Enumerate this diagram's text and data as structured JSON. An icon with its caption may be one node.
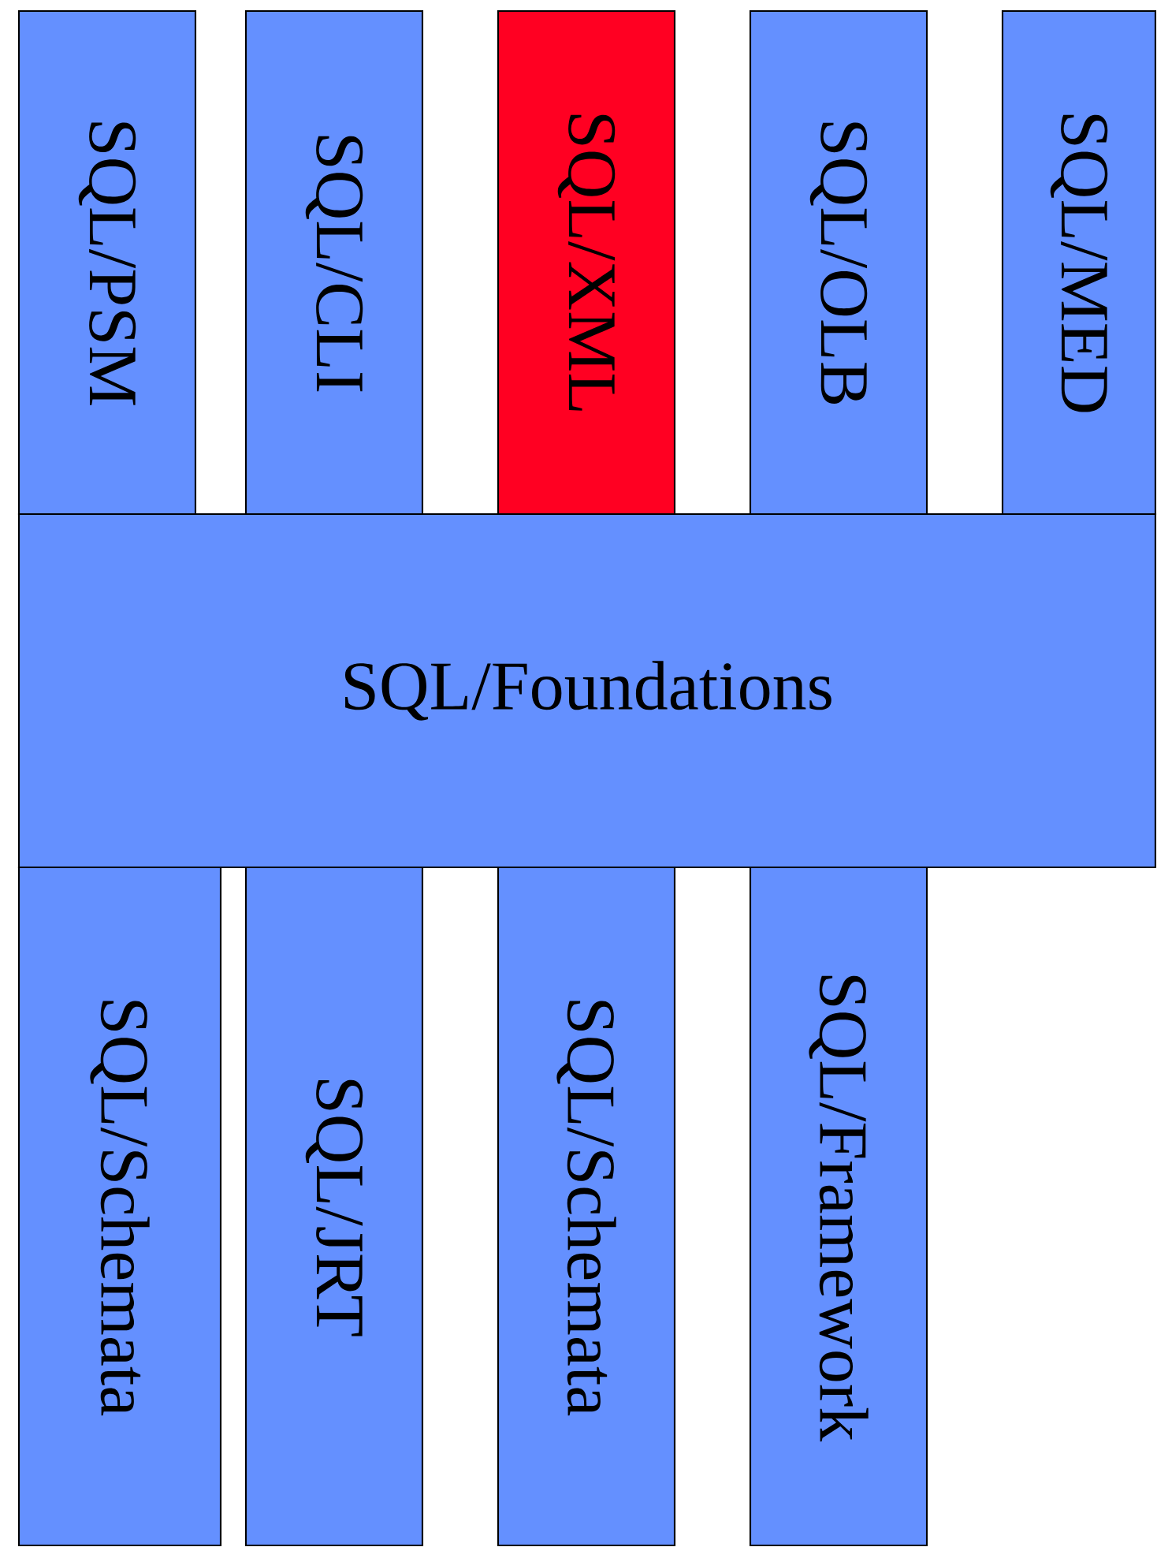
{
  "diagram": {
    "nodes": [
      {
        "text": [
          "SQL/PSM"
        ]
      },
      {
        "text": [
          "SQL/CLI"
        ]
      },
      {
        "text": [
          "SQL/XML"
        ]
      },
      {
        "text": [
          "SQL/OLB"
        ]
      },
      {
        "text": [
          "SQL/MED"
        ]
      },
      {
        "text": [
          "SQL/Foundations"
        ]
      },
      {
        "text": [
          "SQL/Schemata"
        ]
      },
      {
        "text": [
          "SQL/JRT"
        ]
      },
      {
        "text": [
          "SQL/Schemata"
        ]
      },
      {
        "text": [
          "SQL/Framework"
        ]
      }
    ]
  }
}
